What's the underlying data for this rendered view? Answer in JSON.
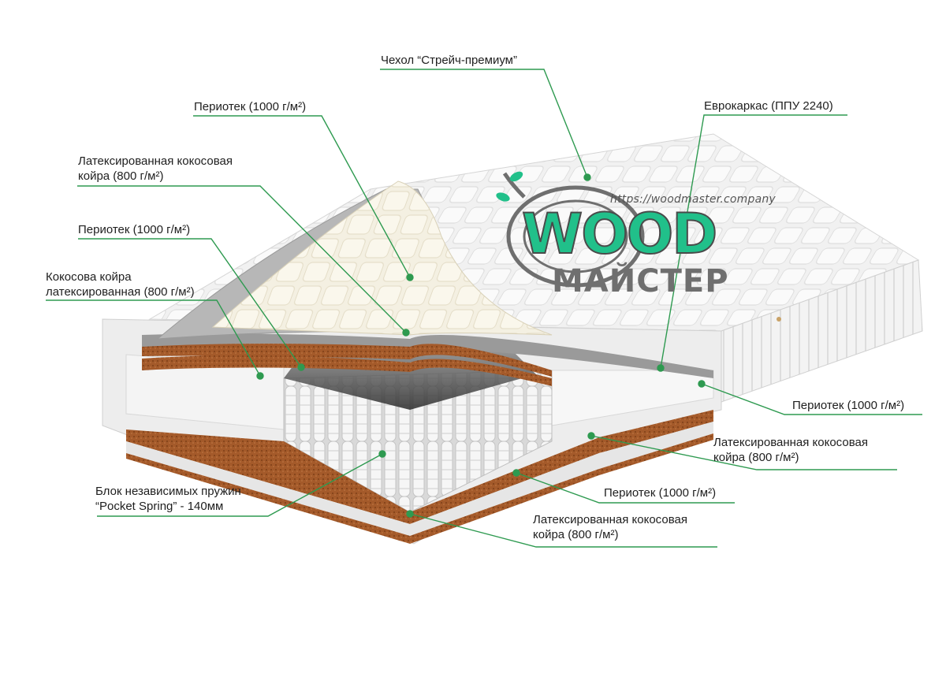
{
  "colors": {
    "leader_line": "#2e9a50",
    "coir": "#a45a2a",
    "foam": "#e9e9e6",
    "latex_top": "#f4f0e2",
    "logo_green": "#21c08a",
    "logo_gray": "#6f6f6f"
  },
  "logo": {
    "url": "https://woodmaster.company",
    "word": "WOOD",
    "subword": "МАЙСТЕР",
    "icon": "tree-sprout-icon"
  },
  "labels": {
    "cover": "Чехол “Стрейч-премиум”",
    "perioteq_top": "Периотек (1000 г/м²)",
    "eurocarcass": "Еврокаркас (ППУ 2240)",
    "coir_top_1": "Латексированная кокосовая",
    "coir_top_2": "койра (800 г/м²)",
    "perioteq_2": "Периотек (1000 г/м²)",
    "coir_2_1": "Кокосова койра",
    "coir_2_2": "латексированная (800 г/м²)",
    "perioteq_right": "Периотек (1000 г/м²)",
    "coir_right_1": "Латексированная кокосовая",
    "coir_right_2": "койра (800 г/м²)",
    "perioteq_bottom": "Периотек (1000 г/м²)",
    "coir_bottom_1": "Латексированная кокосовая",
    "coir_bottom_2": "койра (800 г/м²)",
    "springs_1": "Блок независимых пружин",
    "springs_2": "“Pocket Spring” - 140мм"
  }
}
